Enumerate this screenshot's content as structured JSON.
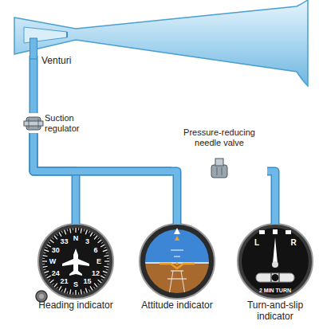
{
  "diagram": {
    "nodes": [
      {
        "text": [
          "Venturi"
        ]
      },
      {
        "text": [
          "Suction regulator"
        ]
      },
      {
        "text": [
          "Pressure-reducing needle valve"
        ]
      },
      {
        "text": [
          "Heading indicator"
        ]
      },
      {
        "text": [
          "Attitude indicator"
        ]
      },
      {
        "text": [
          "Turn-and-slip indicator"
        ]
      }
    ],
    "edges": [
      {
        "from": 0,
        "to": 1,
        "arrow": "none"
      },
      {
        "from": 1,
        "to": 2,
        "arrow": "none"
      },
      {
        "from": 1,
        "to": 3,
        "arrow": "none"
      },
      {
        "from": 1,
        "to": 4,
        "arrow": "none"
      },
      {
        "from": 2,
        "to": 5,
        "arrow": "none"
      }
    ],
    "labels": [
      "N",
      "3",
      "6",
      "E",
      "12",
      "15",
      "S",
      "21",
      "24",
      "W",
      "30",
      "33",
      "L",
      "R",
      "2 MIN TURN"
    ]
  }
}
